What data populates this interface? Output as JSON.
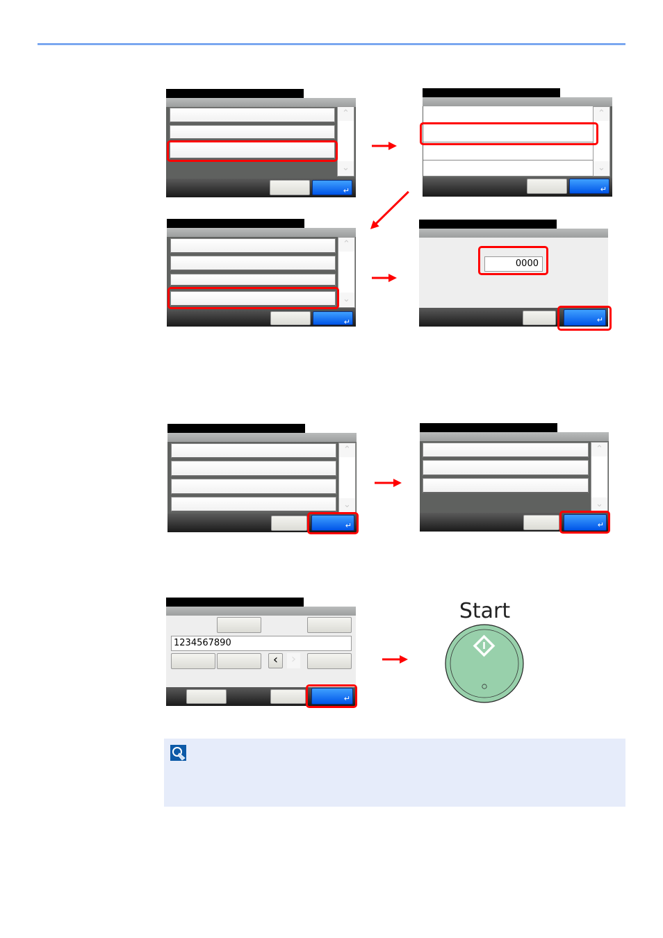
{
  "steps": {
    "password_value": "0000",
    "fax_number_value": "1234567890",
    "start_key_label": "Start"
  },
  "icons": {
    "enter": "enter-icon",
    "scroll_up": "chevron-up-icon",
    "scroll_down": "chevron-down-icon",
    "arrow": "red-arrow-icon",
    "note": "note-hint-icon"
  },
  "colors": {
    "highlight": "#ff0000",
    "ok_button": "#0066ff",
    "start_key": "#98d0ab",
    "rule": "#7aa7f0",
    "note_bg": "#e6ecfa"
  }
}
